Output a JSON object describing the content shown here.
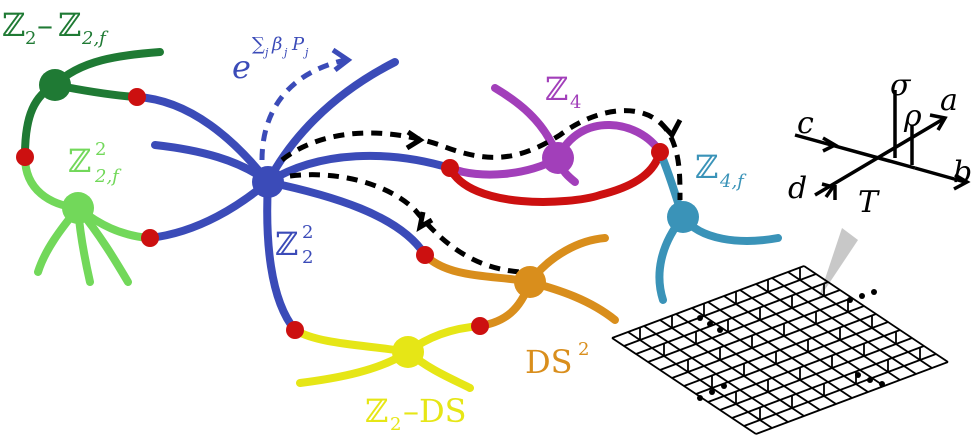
{
  "colors": {
    "dark_green": "#1f7a34",
    "light_green": "#72d85a",
    "blue": "#3b4bb8",
    "purple": "#a23fba",
    "red": "#cc1010",
    "teal": "#3a93b8",
    "orange": "#d98e1c",
    "yellow": "#e6e616",
    "black": "#000000"
  },
  "labels": {
    "z2_z2f": {
      "base": "ℤ",
      "sub1": "2",
      "dash": "–",
      "base2": "ℤ",
      "sub2": "2,f"
    },
    "z2f_sq": {
      "base": "ℤ",
      "sup": "2",
      "sub": "2,f"
    },
    "z2_sq": {
      "base": "ℤ",
      "sup": "2",
      "sub": "2"
    },
    "z4": {
      "base": "ℤ",
      "sub": "4"
    },
    "z4f": {
      "base": "ℤ",
      "sub": "4,f"
    },
    "ds_sq": {
      "base": "DS",
      "sup": "2"
    },
    "z2_ds": {
      "base": "ℤ",
      "sub": "2",
      "rest": "–DS"
    },
    "exp_operator": {
      "base": "e",
      "sup": "∑",
      "sup_sub": "j",
      "sup_rest1": "β",
      "sup_rest1_sub": "j",
      "sup_rest2": "P",
      "sup_rest2_sub": "j"
    }
  },
  "inset": {
    "letters": {
      "a": "a",
      "b": "b",
      "c": "c",
      "d": "d",
      "sigma": "σ",
      "rho": "ρ",
      "T": "T"
    }
  }
}
